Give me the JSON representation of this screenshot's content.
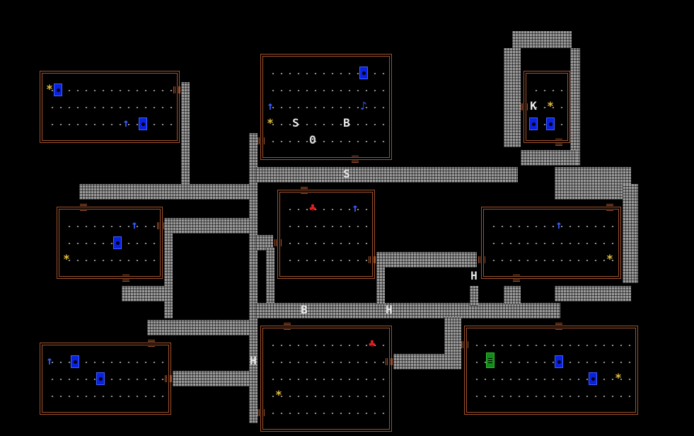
{
  "game": {
    "title": "",
    "map_legend": {
      "floor": ".",
      "gold": "*",
      "stairs_up": "↑",
      "fountain": "♪",
      "tree_or_item": "♣",
      "boulder": "Θ",
      "monster_snake": "S",
      "monster_bat": "B",
      "monster_kobold": "K",
      "monster_hound": "H"
    },
    "monsters": [
      {
        "id": "s1",
        "glyph": "S"
      },
      {
        "id": "b1",
        "glyph": "B"
      },
      {
        "id": "s2",
        "glyph": "S"
      },
      {
        "id": "k1",
        "glyph": "K"
      },
      {
        "id": "h1",
        "glyph": "H"
      },
      {
        "id": "b2",
        "glyph": "B"
      },
      {
        "id": "h2",
        "glyph": "H"
      },
      {
        "id": "h3",
        "glyph": "H"
      }
    ],
    "items": {
      "gold": "*",
      "up": "↑",
      "note": "♪",
      "club": "♣",
      "theta": "Θ"
    },
    "colors": {
      "wall": "#a0522d",
      "corridor": "#9a9a9a",
      "gold": "#e6c13a",
      "blue_item": "#0a22e0",
      "green_item": "#138b1a",
      "red_item": "#e02020"
    }
  }
}
